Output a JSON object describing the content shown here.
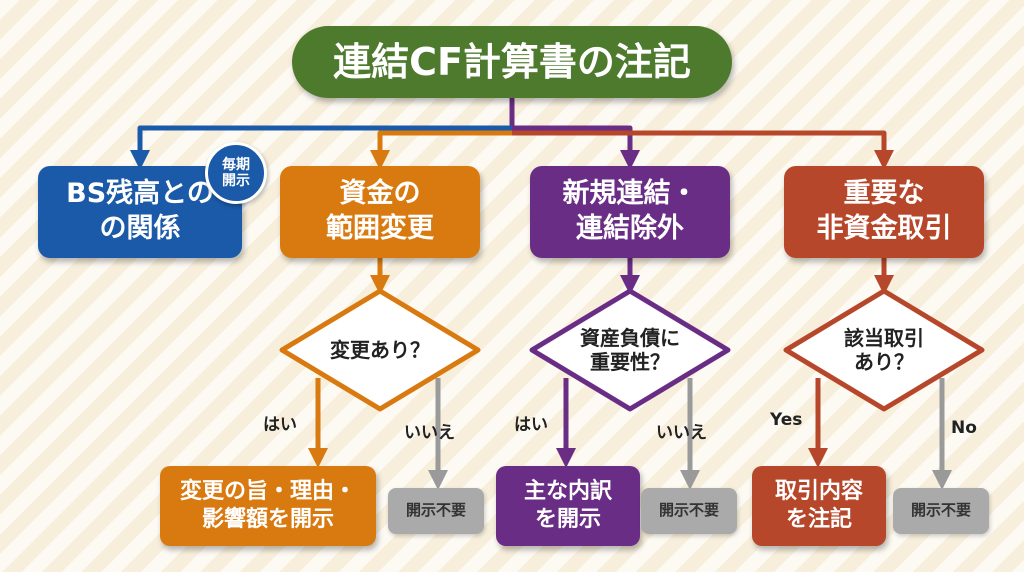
{
  "title": "連結CF計算書の注記",
  "categories": [
    {
      "label": "BS残高との\nの関係",
      "color": "#1a5aa8",
      "badge": "毎期\n開示"
    },
    {
      "label": "資金の\n範囲変更",
      "color": "#d97a11"
    },
    {
      "label": "新規連結・\n連結除外",
      "color": "#6a2d86"
    },
    {
      "label": "重要な\n非資金取引",
      "color": "#b6472b"
    }
  ],
  "decisions": [
    {
      "question": "変更あり？",
      "yes_label": "はい",
      "no_label": "いいえ",
      "yes_result": "変更の旨・理由・\n影響額を開示",
      "no_result": "開示不要"
    },
    {
      "question": "資産負債に\n重要性？",
      "yes_label": "はい",
      "no_label": "いいえ",
      "yes_result": "主な内訳\nを開示",
      "no_result": "開示不要"
    },
    {
      "question": "該当取引\nあり？",
      "yes_label": "Yes",
      "no_label": "No",
      "yes_result": "取引内容\nを注記",
      "no_result": "開示不要"
    }
  ]
}
